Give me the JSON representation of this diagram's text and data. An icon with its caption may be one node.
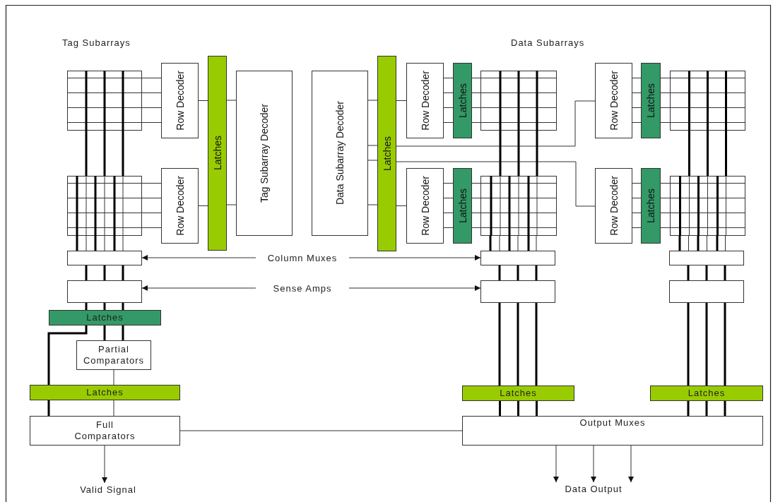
{
  "diagram": {
    "nodes": [
      {
        "text": [],
        "shape": "grid"
      },
      {
        "text": [
          "Row Decoder"
        ]
      },
      {
        "text": [
          "Latches"
        ]
      },
      {
        "text": [
          "Tag Subarray Decoder"
        ]
      },
      {
        "text": [
          "Data Subarray Decoder"
        ]
      },
      {
        "text": [
          "Latches"
        ]
      },
      {
        "text": [
          "Row Decoder"
        ]
      },
      {
        "text": [
          "Latches"
        ]
      },
      {
        "text": [],
        "shape": "grid"
      },
      {
        "text": [
          "Row Decoder"
        ]
      },
      {
        "text": [
          "Latches"
        ]
      },
      {
        "text": [],
        "shape": "grid"
      },
      {
        "text": [],
        "shape": "grid"
      },
      {
        "text": [
          "Row Decoder"
        ]
      },
      {
        "text": [
          "Row Decoder"
        ]
      },
      {
        "text": [
          "Latches"
        ]
      },
      {
        "text": [],
        "shape": "grid"
      },
      {
        "text": [
          "Row Decoder"
        ]
      },
      {
        "text": [
          "Latches"
        ]
      },
      {
        "text": [],
        "shape": "grid"
      },
      {
        "text": [],
        "shape": "box"
      },
      {
        "text": [
          "Column Muxes"
        ]
      },
      {
        "text": [],
        "shape": "box"
      },
      {
        "text": [],
        "shape": "box"
      },
      {
        "text": [],
        "shape": "box"
      },
      {
        "text": [
          "Sense Amps"
        ]
      },
      {
        "text": [],
        "shape": "box"
      },
      {
        "text": [],
        "shape": "box"
      },
      {
        "text": [
          "Latches"
        ]
      },
      {
        "text": [
          "Partial Comparators"
        ]
      },
      {
        "text": [
          "Latches"
        ]
      },
      {
        "text": [
          "Latches"
        ]
      },
      {
        "text": [
          "Latches"
        ]
      },
      {
        "text": [
          "Full Comparators"
        ]
      },
      {
        "text": [
          "Output Muxes"
        ]
      },
      {
        "text": [
          "Valid Signal"
        ]
      },
      {
        "text": [
          "Data Output"
        ]
      }
    ],
    "edges": [
      {
        "from": 0,
        "to": 1,
        "arrow": "none"
      },
      {
        "from": 0,
        "to": 1,
        "arrow": "none"
      },
      {
        "from": 0,
        "to": 1,
        "arrow": "none"
      },
      {
        "from": 0,
        "to": 1,
        "arrow": "none"
      },
      {
        "from": 12,
        "to": 13,
        "arrow": "none"
      },
      {
        "from": 12,
        "to": 13,
        "arrow": "none"
      },
      {
        "from": 12,
        "to": 13,
        "arrow": "none"
      },
      {
        "from": 12,
        "to": 13,
        "arrow": "none"
      },
      {
        "from": 1,
        "to": 2,
        "arrow": "none"
      },
      {
        "from": 13,
        "to": 2,
        "arrow": "none"
      },
      {
        "from": 2,
        "to": 3,
        "arrow": "none"
      },
      {
        "from": 2,
        "to": 3,
        "arrow": "none"
      },
      {
        "from": 4,
        "to": 5,
        "arrow": "none"
      },
      {
        "from": 4,
        "to": 5,
        "arrow": "none"
      },
      {
        "from": 4,
        "to": 5,
        "arrow": "none"
      },
      {
        "from": 4,
        "to": 5,
        "arrow": "none"
      },
      {
        "from": 5,
        "to": 6,
        "arrow": "none"
      },
      {
        "from": 5,
        "to": 9,
        "arrow": "none"
      },
      {
        "from": 5,
        "to": 17,
        "arrow": "none"
      },
      {
        "from": 5,
        "to": 14,
        "arrow": "none"
      },
      {
        "from": 6,
        "to": 7,
        "arrow": "none"
      },
      {
        "from": 6,
        "to": 7,
        "arrow": "none"
      },
      {
        "from": 6,
        "to": 7,
        "arrow": "none"
      },
      {
        "from": 6,
        "to": 7,
        "arrow": "none"
      },
      {
        "from": 7,
        "to": 8,
        "arrow": "none"
      },
      {
        "from": 7,
        "to": 8,
        "arrow": "none"
      },
      {
        "from": 7,
        "to": 8,
        "arrow": "none"
      },
      {
        "from": 7,
        "to": 8,
        "arrow": "none"
      },
      {
        "from": 9,
        "to": 10,
        "arrow": "none"
      },
      {
        "from": 9,
        "to": 10,
        "arrow": "none"
      },
      {
        "from": 9,
        "to": 10,
        "arrow": "none"
      },
      {
        "from": 9,
        "to": 10,
        "arrow": "none"
      },
      {
        "from": 10,
        "to": 11,
        "arrow": "none"
      },
      {
        "from": 10,
        "to": 11,
        "arrow": "none"
      },
      {
        "from": 10,
        "to": 11,
        "arrow": "none"
      },
      {
        "from": 10,
        "to": 11,
        "arrow": "none"
      },
      {
        "from": 14,
        "to": 15,
        "arrow": "none"
      },
      {
        "from": 14,
        "to": 15,
        "arrow": "none"
      },
      {
        "from": 14,
        "to": 15,
        "arrow": "none"
      },
      {
        "from": 14,
        "to": 15,
        "arrow": "none"
      },
      {
        "from": 15,
        "to": 16,
        "arrow": "none"
      },
      {
        "from": 15,
        "to": 16,
        "arrow": "none"
      },
      {
        "from": 15,
        "to": 16,
        "arrow": "none"
      },
      {
        "from": 15,
        "to": 16,
        "arrow": "none"
      },
      {
        "from": 17,
        "to": 18,
        "arrow": "none"
      },
      {
        "from": 17,
        "to": 18,
        "arrow": "none"
      },
      {
        "from": 17,
        "to": 18,
        "arrow": "none"
      },
      {
        "from": 17,
        "to": 18,
        "arrow": "none"
      },
      {
        "from": 18,
        "to": 19,
        "arrow": "none"
      },
      {
        "from": 18,
        "to": 19,
        "arrow": "none"
      },
      {
        "from": 18,
        "to": 19,
        "arrow": "none"
      },
      {
        "from": 18,
        "to": 19,
        "arrow": "none"
      },
      {
        "from": 0,
        "to": 12,
        "arrow": "none",
        "style": "thick"
      },
      {
        "from": 0,
        "to": 12,
        "arrow": "none",
        "style": "thick"
      },
      {
        "from": 0,
        "to": 12,
        "arrow": "none",
        "style": "thick"
      },
      {
        "from": 12,
        "to": 20,
        "arrow": "none"
      },
      {
        "from": 12,
        "to": 20,
        "arrow": "none"
      },
      {
        "from": 12,
        "to": 20,
        "arrow": "none"
      },
      {
        "from": 12,
        "to": 20,
        "arrow": "none",
        "style": "thick"
      },
      {
        "from": 12,
        "to": 20,
        "arrow": "none",
        "style": "thick"
      },
      {
        "from": 12,
        "to": 20,
        "arrow": "none",
        "style": "thick"
      },
      {
        "from": 8,
        "to": 16,
        "arrow": "none",
        "style": "thick"
      },
      {
        "from": 8,
        "to": 16,
        "arrow": "none",
        "style": "thick"
      },
      {
        "from": 8,
        "to": 16,
        "arrow": "none",
        "style": "thick"
      },
      {
        "from": 16,
        "to": 22,
        "arrow": "none"
      },
      {
        "from": 16,
        "to": 22,
        "arrow": "none"
      },
      {
        "from": 16,
        "to": 22,
        "arrow": "none"
      },
      {
        "from": 16,
        "to": 22,
        "arrow": "none",
        "style": "thick"
      },
      {
        "from": 16,
        "to": 22,
        "arrow": "none",
        "style": "thick"
      },
      {
        "from": 16,
        "to": 22,
        "arrow": "none",
        "style": "thick"
      },
      {
        "from": 11,
        "to": 19,
        "arrow": "none",
        "style": "thick"
      },
      {
        "from": 11,
        "to": 19,
        "arrow": "none",
        "style": "thick"
      },
      {
        "from": 11,
        "to": 19,
        "arrow": "none",
        "style": "thick"
      },
      {
        "from": 19,
        "to": 23,
        "arrow": "none"
      },
      {
        "from": 19,
        "to": 23,
        "arrow": "none"
      },
      {
        "from": 19,
        "to": 23,
        "arrow": "none"
      },
      {
        "from": 19,
        "to": 23,
        "arrow": "none",
        "style": "thick"
      },
      {
        "from": 19,
        "to": 23,
        "arrow": "none",
        "style": "thick"
      },
      {
        "from": 19,
        "to": 23,
        "arrow": "none",
        "style": "thick"
      },
      {
        "from": 20,
        "to": 24,
        "arrow": "none",
        "style": "thick"
      },
      {
        "from": 20,
        "to": 24,
        "arrow": "none",
        "style": "thick"
      },
      {
        "from": 20,
        "to": 24,
        "arrow": "none",
        "style": "thick"
      },
      {
        "from": 22,
        "to": 26,
        "arrow": "none",
        "style": "thick"
      },
      {
        "from": 22,
        "to": 26,
        "arrow": "none",
        "style": "thick"
      },
      {
        "from": 22,
        "to": 26,
        "arrow": "none",
        "style": "thick"
      },
      {
        "from": 23,
        "to": 27,
        "arrow": "none",
        "style": "thick"
      },
      {
        "from": 23,
        "to": 27,
        "arrow": "none",
        "style": "thick"
      },
      {
        "from": 23,
        "to": 27,
        "arrow": "none",
        "style": "thick"
      },
      {
        "from": 24,
        "to": 28,
        "arrow": "none",
        "style": "thick"
      },
      {
        "from": 24,
        "to": 28,
        "arrow": "none",
        "style": "thick"
      },
      {
        "from": 24,
        "to": 28,
        "arrow": "none",
        "style": "thick"
      },
      {
        "from": 26,
        "to": 31,
        "arrow": "none",
        "style": "thick"
      },
      {
        "from": 26,
        "to": 31,
        "arrow": "none",
        "style": "thick"
      },
      {
        "from": 26,
        "to": 31,
        "arrow": "none",
        "style": "thick"
      },
      {
        "from": 27,
        "to": 32,
        "arrow": "none",
        "style": "thick"
      },
      {
        "from": 27,
        "to": 32,
        "arrow": "none",
        "style": "thick"
      },
      {
        "from": 27,
        "to": 32,
        "arrow": "none",
        "style": "thick"
      },
      {
        "from": 28,
        "to": 29,
        "arrow": "none",
        "style": "thick"
      },
      {
        "from": 28,
        "to": 29,
        "arrow": "none",
        "style": "thick"
      },
      {
        "from": 28,
        "to": 30,
        "arrow": "none",
        "style": "thick"
      },
      {
        "from": 29,
        "to": 30,
        "arrow": "none"
      },
      {
        "from": 30,
        "to": 33,
        "arrow": "none"
      },
      {
        "from": 30,
        "to": 33,
        "arrow": "none",
        "style": "thick"
      },
      {
        "from": 31,
        "to": 34,
        "arrow": "none",
        "style": "thick"
      },
      {
        "from": 31,
        "to": 34,
        "arrow": "none",
        "style": "thick"
      },
      {
        "from": 31,
        "to": 34,
        "arrow": "none",
        "style": "thick"
      },
      {
        "from": 32,
        "to": 34,
        "arrow": "none",
        "style": "thick"
      },
      {
        "from": 32,
        "to": 34,
        "arrow": "none",
        "style": "thick"
      },
      {
        "from": 32,
        "to": 34,
        "arrow": "none",
        "style": "thick"
      },
      {
        "from": 33,
        "to": 34,
        "arrow": "none"
      },
      {
        "from": 33,
        "to": 35,
        "arrow": "to"
      },
      {
        "from": 34,
        "to": 36,
        "arrow": "to"
      },
      {
        "from": 34,
        "to": 36,
        "arrow": "to"
      },
      {
        "from": 34,
        "to": 36,
        "arrow": "to"
      },
      {
        "from": 21,
        "to": 20,
        "arrow": "to"
      },
      {
        "from": 21,
        "to": 22,
        "arrow": "to"
      },
      {
        "from": 25,
        "to": 24,
        "arrow": "to"
      },
      {
        "from": 25,
        "to": 26,
        "arrow": "to"
      }
    ],
    "labels": [
      "Tag Subarrays",
      "Data Subarrays"
    ]
  }
}
